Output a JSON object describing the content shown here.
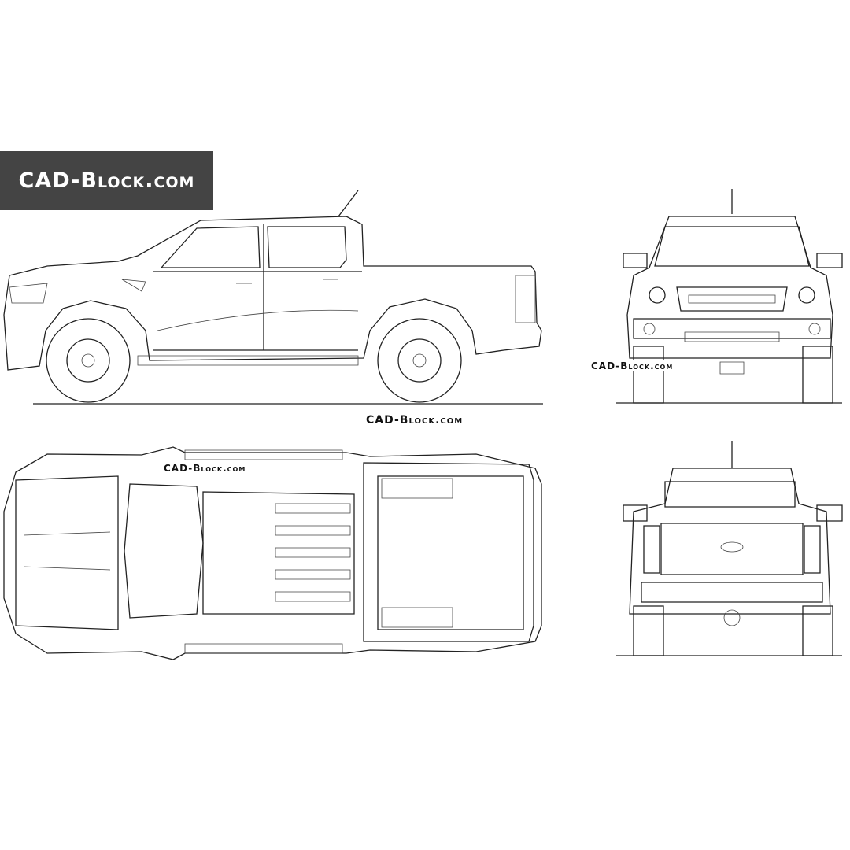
{
  "brand": {
    "banner_text": "CAD-Block.com",
    "banner_color": "#444444"
  },
  "watermarks": [
    "CAD-Block.com",
    "CAD-Block.com",
    "CAD-Block.com"
  ],
  "views": [
    "side",
    "front",
    "top",
    "rear"
  ],
  "line_color": "#222222"
}
